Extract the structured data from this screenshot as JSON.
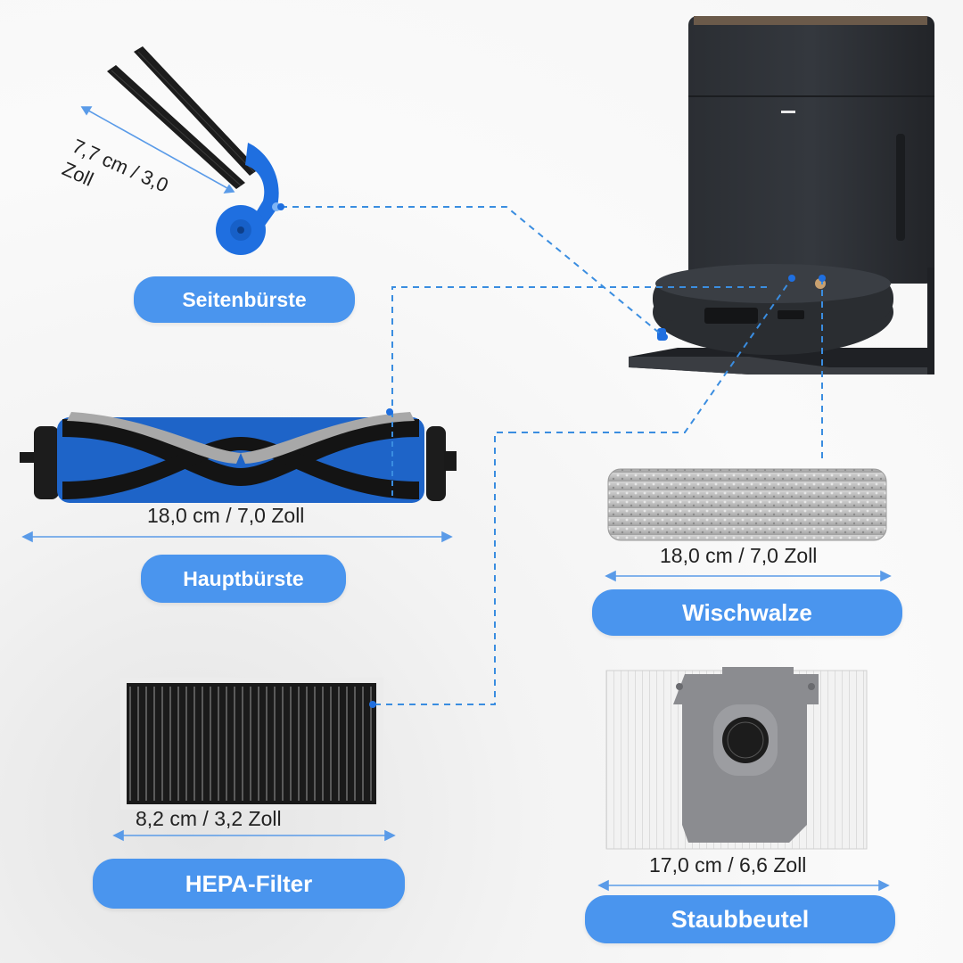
{
  "parts": {
    "side_brush": {
      "label": "Seitenbürste",
      "dimension": "7,7 cm / 3,0 Zoll"
    },
    "main_brush": {
      "label": "Hauptbürste",
      "dimension": "18,0 cm / 7,0 Zoll"
    },
    "mop_roller": {
      "label": "Wischwalze",
      "dimension": "18,0 cm / 7,0 Zoll"
    },
    "hepa_filter": {
      "label": "HEPA-Filter",
      "dimension": "8,2 cm / 3,2 Zoll"
    },
    "dust_bag": {
      "label": "Staubbeutel",
      "dimension": "17,0 cm / 6,6 Zoll"
    }
  },
  "colors": {
    "accent": "#4a95ee",
    "connector": "#3a8de0",
    "brush_blue": "#1f6fe0",
    "station": "#2a2d31"
  },
  "icons": [
    "side-brush-image",
    "main-brush-image",
    "mop-roller-image",
    "hepa-filter-image",
    "dust-bag-image",
    "robot-station-image"
  ]
}
